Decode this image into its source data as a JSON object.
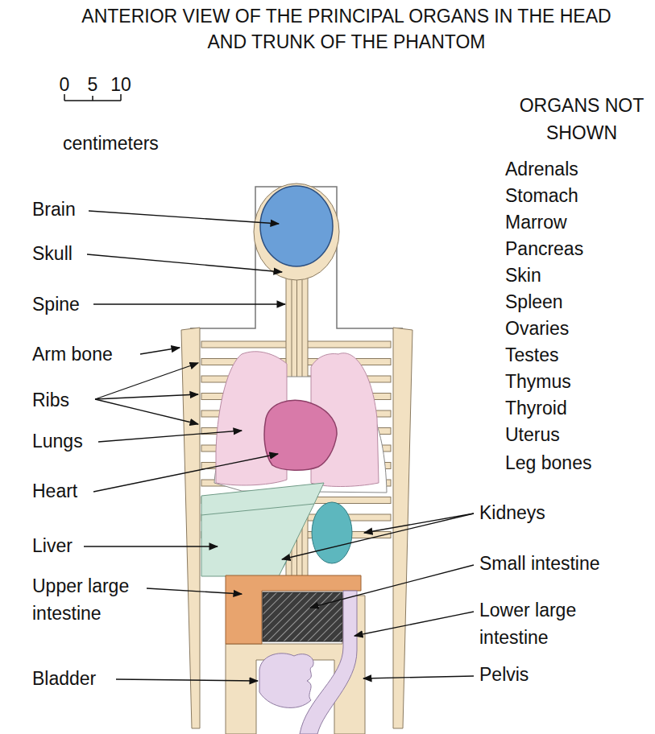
{
  "diagram": {
    "title": "ANTERIOR VIEW OF THE PRINCIPAL ORGANS IN THE HEAD AND TRUNK OF THE PHANTOM",
    "labels": [
      "0",
      "5",
      "10",
      "centimeters",
      "ORGANS NOT SHOWN",
      "Adrenals",
      "Stomach",
      "Marrow",
      "Pancreas",
      "Skin",
      "Spleen",
      "Ovaries",
      "Testes",
      "Thymus",
      "Thyroid",
      "Uterus",
      "Leg bones",
      "Brain",
      "Skull",
      "Spine",
      "Arm bone",
      "Ribs",
      "Lungs",
      "Heart",
      "Liver",
      "Upper large intestine",
      "Kidneys",
      "Small intestine",
      "Lower large intestine",
      "Bladder",
      "Pelvis"
    ]
  }
}
